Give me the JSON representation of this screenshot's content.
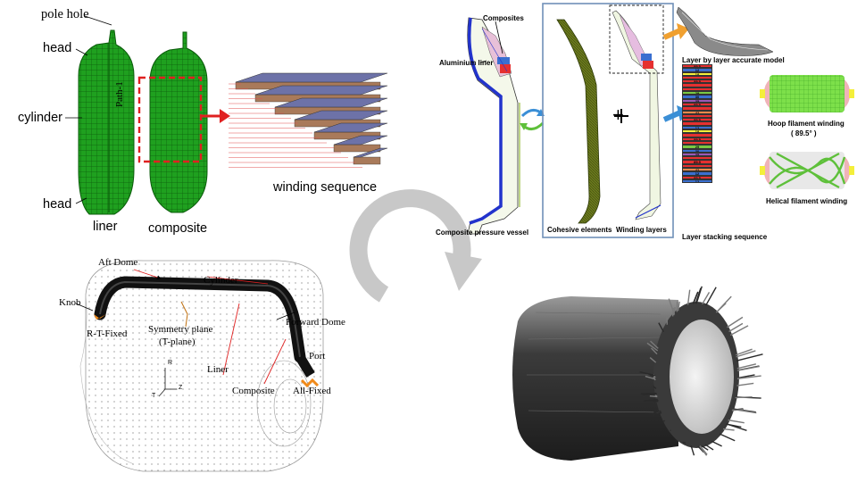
{
  "panel_tl": {
    "pole_hole": "pole hole",
    "head_top": "head",
    "cylinder": "cylinder",
    "head_bottom": "head",
    "path": "Path-1",
    "liner": "liner",
    "composite": "composite",
    "winding_sequence": "winding  sequence"
  },
  "panel_tr": {
    "composites": "Composites",
    "aluminium_liner": "Aluminium liner",
    "composite_pressure_vessel": "Composite pressure vessel",
    "cohesive_elements": "Cohesive elements",
    "winding_layers": "Winding layers",
    "layer_model": "Layer by layer accurate model",
    "layer_stacking": "Layer stacking sequence",
    "hoop_winding": "Hoop filament winding",
    "hoop_angle": "( 89.5° )",
    "helical_winding": "Helical filament winding",
    "plus": "+",
    "stack": [
      {
        "label": "89.5",
        "color": "#e53030"
      },
      {
        "label": "12",
        "color": "#3a6fd0"
      },
      {
        "label": "18",
        "color": "#f4ef3a"
      },
      {
        "label": "",
        "color": "#e53030"
      },
      {
        "label": "89.5",
        "color": "#e53030"
      },
      {
        "label": "",
        "color": "#e53030"
      },
      {
        "label": "",
        "color": "#e53030"
      },
      {
        "label": "29",
        "color": "#7ac943"
      },
      {
        "label": "30",
        "color": "#3a6fd0"
      },
      {
        "label": "35",
        "color": "#9b59b6"
      },
      {
        "label": "89.5",
        "color": "#e53030"
      },
      {
        "label": "",
        "color": "#e53030"
      },
      {
        "label": "42",
        "color": "#f08a4b"
      },
      {
        "label": "",
        "color": "#e53030"
      },
      {
        "label": "89.5",
        "color": "#e53030"
      },
      {
        "label": "",
        "color": "#e53030"
      },
      {
        "label": "12",
        "color": "#3a6fd0"
      },
      {
        "label": "18",
        "color": "#f4ef3a"
      },
      {
        "label": "",
        "color": "#e53030"
      },
      {
        "label": "89.5",
        "color": "#e53030"
      },
      {
        "label": "",
        "color": "#e53030"
      },
      {
        "label": "29",
        "color": "#7ac943"
      },
      {
        "label": "30",
        "color": "#3a6fd0"
      },
      {
        "label": "35",
        "color": "#9b59b6"
      },
      {
        "label": "",
        "color": "#e53030"
      },
      {
        "label": "89.5",
        "color": "#e53030"
      },
      {
        "label": "",
        "color": "#e53030"
      },
      {
        "label": "42",
        "color": "#f08a4b"
      },
      {
        "label": "12",
        "color": "#3a6fd0"
      },
      {
        "label": "89.5",
        "color": "#e53030"
      },
      {
        "label": "12",
        "color": "#3a6fd0"
      }
    ]
  },
  "panel_bl": {
    "aft_dome": "Aft Dome",
    "cylinder": "Cylinder",
    "knob": "Knob",
    "rt_fixed": "R-T-Fixed",
    "symmetry_plane": "Symmetry plane",
    "t_plane": "(T-plane)",
    "forward_dome": "Forward Dome",
    "port": "Port",
    "liner": "Liner",
    "composite": "Composite",
    "all_fixed": "All-Fixed",
    "axis_r": "R",
    "axis_t": "T",
    "axis_z": "Z"
  },
  "colors": {
    "mesh_green": "#1fa01f",
    "liner_blue": "#2233cc",
    "accent_red": "#e02020",
    "arrow_blue": "#3b8fd6",
    "arrow_orange": "#f0a030",
    "frame_blue": "#6f8fb8",
    "cycle_gray": "#c8c8c8"
  }
}
